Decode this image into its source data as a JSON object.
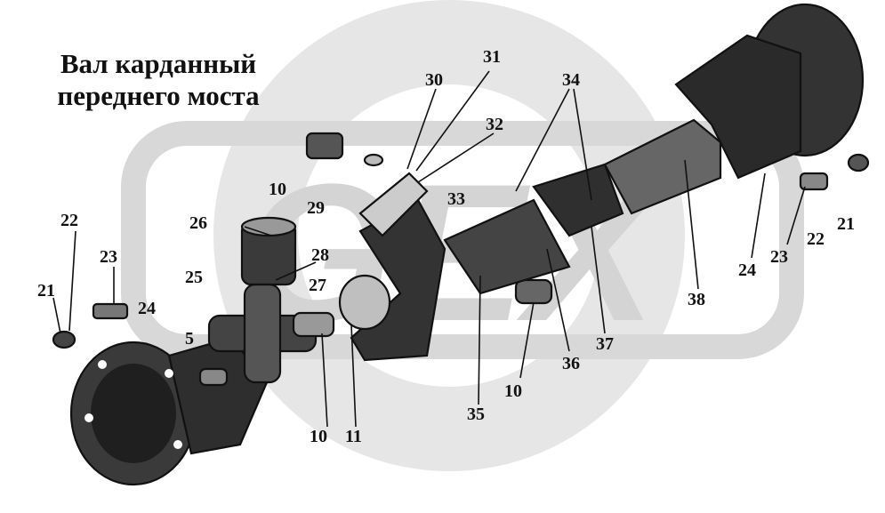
{
  "title": {
    "line1": "Вал карданный",
    "line2": "переднего моста"
  },
  "watermark": {
    "text": "GEX",
    "color": "#dcdcdc"
  },
  "colors": {
    "ink": "#111111",
    "part_fill": "#3a3a3a",
    "part_light": "#bdbdbd"
  },
  "callouts": {
    "c30": "30",
    "c31": "31",
    "c32": "32",
    "c33": "33",
    "c34": "34",
    "c29": "29",
    "c10a": "10",
    "c26": "26",
    "c28": "28",
    "c27": "27",
    "c25": "25",
    "c22a": "22",
    "c23a": "23",
    "c21a": "21",
    "c24a": "24",
    "c5": "5",
    "c10b": "10",
    "c11": "11",
    "c35": "35",
    "c10c": "10",
    "c36": "36",
    "c37": "37",
    "c38": "38",
    "c24b": "24",
    "c23b": "23",
    "c22b": "22",
    "c21b": "21"
  }
}
